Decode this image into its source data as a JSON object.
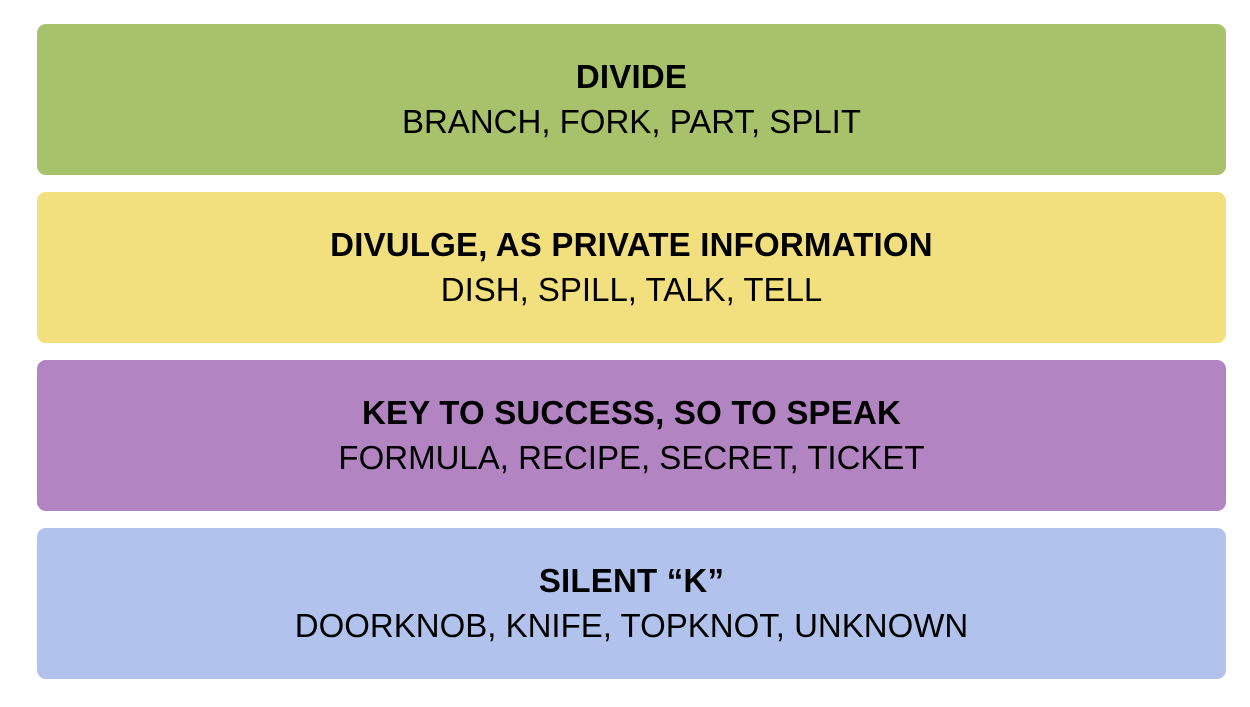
{
  "groups": [
    {
      "title": "DIVIDE",
      "members": "BRANCH, FORK, PART, SPLIT",
      "color": "#a7c26b"
    },
    {
      "title": "DIVULGE, AS PRIVATE INFORMATION",
      "members": "DISH, SPILL, TALK, TELL",
      "color": "#f2df7d"
    },
    {
      "title": "KEY TO SUCCESS, SO TO SPEAK",
      "members": "FORMULA, RECIPE, SECRET, TICKET",
      "color": "#b284c1"
    },
    {
      "title": "SILENT “K”",
      "members": "DOORKNOB, KNIFE, TOPKNOT, UNKNOWN",
      "color": "#b1c3ec"
    }
  ]
}
